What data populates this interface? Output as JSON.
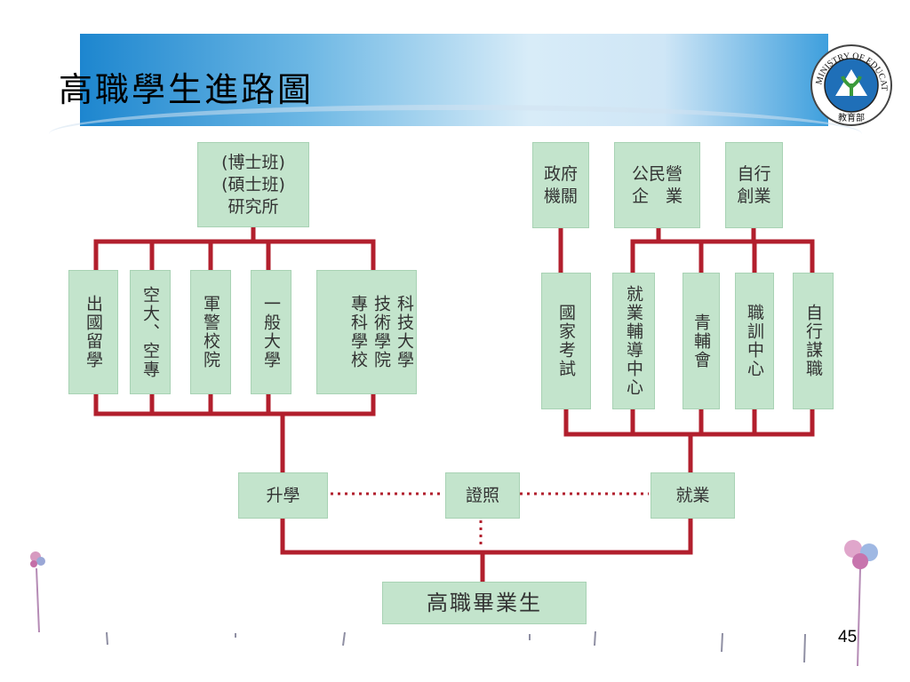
{
  "title": "高職學生進路圖",
  "logo": {
    "text": "MINISTRY OF EDUCATION",
    "subtext": "教育部"
  },
  "boxes": {
    "graduate_school": "(博士班)\n(碩士班)\n研究所",
    "government": "政府\n機關",
    "public_private": "公民營\n企　業",
    "self_startup": "自行\n創業",
    "study_abroad": "出國留學",
    "open_univ": "空大、空專",
    "military": "軍警校院",
    "general_univ": "一般大學",
    "tech_univ": "科技大學",
    "tech_college": "技術學院",
    "junior_college": "專科學校",
    "national_exam": "國家考試",
    "employment_center": "就業輔導中心",
    "youth_counsel": "青輔會",
    "training_center": "職訓中心",
    "self_job": "自行謀職",
    "further_study": "升學",
    "license": "證照",
    "employment": "就業",
    "graduates": "高職畢業生"
  },
  "page_number": "45",
  "colors": {
    "connector": "#b21f2d",
    "box": "#c3e4cc",
    "banner": "#1d86cf"
  }
}
